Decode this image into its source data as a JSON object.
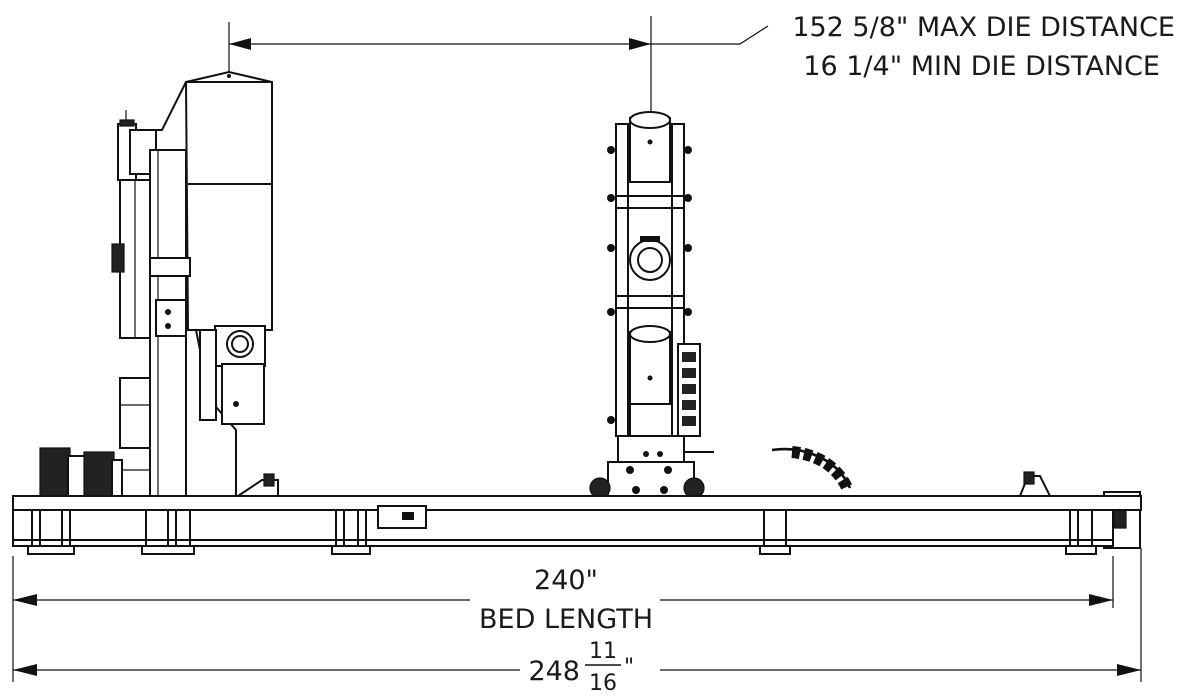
{
  "dimensions": {
    "die_distance_max": "152 5/8\" MAX DIE DISTANCE",
    "die_distance_min": "16 1/4\" MIN DIE DISTANCE",
    "bed_length_value": "240\"",
    "bed_length_label": "BED LENGTH",
    "overall_whole": "248",
    "overall_numerator": "11",
    "overall_denominator": "16",
    "overall_unit": "\""
  },
  "colors": {
    "line": "#111111",
    "background": "#ffffff"
  }
}
